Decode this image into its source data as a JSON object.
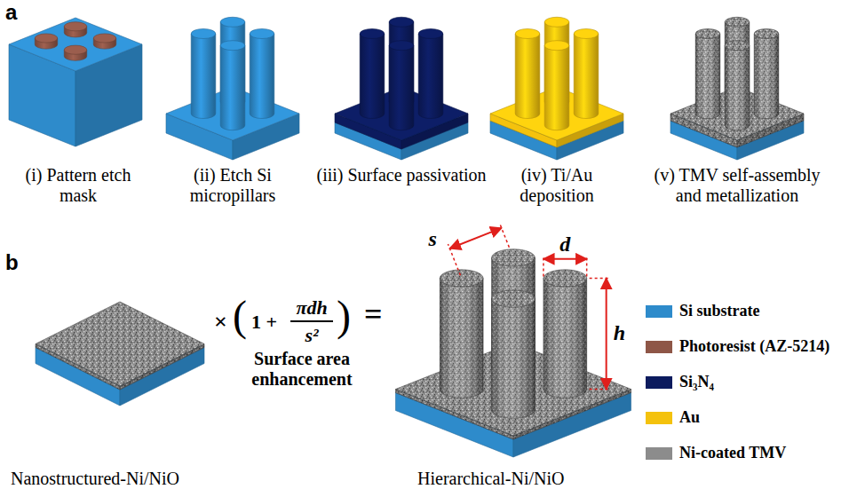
{
  "diagram": {
    "labels": [
      "a",
      "(i) Pattern etch mask",
      "(ii) Etch Si micropillars",
      "(iii) Surface passivation",
      "(iv) Ti/Au deposition",
      "(v) TMV self-assembly and metallization",
      "b",
      "×",
      "(",
      "1 +",
      "πdh",
      "s²",
      ")",
      "Surface area enhancement",
      "=",
      "s",
      "d",
      "h",
      "Nanostructured-Ni/NiO",
      "Hierarchical-Ni/NiO"
    ],
    "legend": [
      {
        "text": "Si substrate",
        "color": "#2e8bcb"
      },
      {
        "text": "Photoresist (AZ-5214)",
        "color": "#8e5647"
      },
      {
        "text": "Si₃N₄",
        "color": "#0c1b5e"
      },
      {
        "text": "Au",
        "color": "#f4c20d"
      },
      {
        "text": "Ni-coated TMV",
        "color": "#8c8c8c"
      }
    ]
  }
}
